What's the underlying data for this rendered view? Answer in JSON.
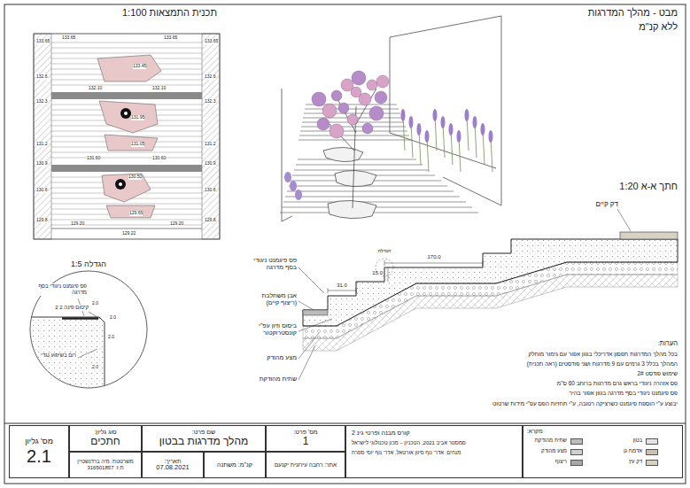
{
  "diagram": {
    "nodes": [
      {
        "text": [
          "מס' גליון",
          "2.1"
        ]
      },
      {
        "text": [
          "סוג גליון:",
          "חתכים"
        ]
      },
      {
        "text": [
          "משרטטת: מיה ברדנשטיין",
          "ת.ז: 316501857"
        ]
      },
      {
        "text": [
          "שם פרט:",
          "מהלך מדרגות בבטון"
        ]
      },
      {
        "text": [
          "תאריך:",
          "07.08.2021"
        ]
      },
      {
        "text": [
          "קנ\"מ: משתנה"
        ]
      },
      {
        "text": [
          "מס' פרט:",
          "1"
        ]
      },
      {
        "text": [
          "אתר: רחבה עירונית יקנעם"
        ]
      },
      {
        "text": [
          "קורס מבנה ופרטי גינ 2",
          "סמסטר אביב 2021, הטכניון – מכון טכנולוגי לישראל",
          "מנחים: אדר' נוף סיוון אורטאל, אדר' נוף יוסי ספרח"
        ]
      },
      {
        "text": [
          "מקרא:"
        ]
      }
    ],
    "labels": [
      "תכנית התמצאות 1:100",
      "מבט - מהלך המדרגות",
      "ללא קנ\"מ",
      "133.65",
      "132.6",
      "132.3",
      "131.2",
      "130.9",
      "130.6",
      "129.8",
      "133.65",
      "132.6",
      "132.3",
      "131.2",
      "130.9",
      "130.6",
      "129.8",
      "133.65",
      "133.65",
      "133.45",
      "132.10",
      "132.10",
      "131.95",
      "131.05",
      "130.60",
      "130.60",
      "130.50",
      "129.65",
      "129.20",
      "129.22",
      "129.20",
      "חתך א-א 1:20",
      "דק קיים",
      "הגדלה",
      "170.0",
      "31.0",
      "15.0",
      "פס פיגמנט ניגודי בסף מדרגה",
      "אבן משתלבת (ריצוף קיים)",
      "ביסוס וזיון עפ\"י קונסטרוקטור",
      "מצע מהודק",
      "שתית מהודקת",
      "הגדלה 1:5",
      "פס פיגמנט ניגודי בסף מדרגה",
      "קיטום פינה 2 2",
      "רום בשיפוע נגדי",
      "2.0",
      "2.0",
      "2.0",
      "2.0",
      "הערות:",
      "בכל מהלך המדרגות תפסון אדריכלי בגוון אפור עם גימור מוחלק",
      "המהלך בכלל 3 גרמים עם 9 מדרגות ושני פודסטים (ראה תכנית)",
      "שימוש פודסט 2#",
      "פס אזהרה ניגודי בראש גרם מדרגות ברוחב 60 ס\"מ",
      "פס פיגמנט ניגודי בסף מדרגה בגוון אפור בהיר",
      "יבוצע ע\"י הוספת פיגמנט כשרציקה רטובה, ע\"י תחזיות הפס עפ\"י מידות שרטוט"
    ],
    "legend": [
      {
        "text": "בטון",
        "color": "#e4e4e4"
      },
      {
        "text": "אדמת גן",
        "color": "#c9c1b4"
      },
      {
        "text": "דק עץ",
        "color": "#d8d2c4"
      },
      {
        "text": "שתית מהודקת",
        "color": "#bdbdbd"
      },
      {
        "text": "מצע מהודק",
        "color": "#d0d0d0"
      },
      {
        "text": "ריצוף",
        "color": "#a9a9a9"
      }
    ]
  }
}
